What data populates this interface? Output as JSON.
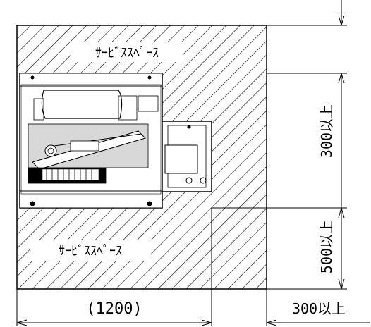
{
  "service_space_top": "ｻｰﾋﾞｽｽﾍﾟｰｽ",
  "service_space_bottom": "ｻｰﾋﾞｽｽﾍﾟｰｽ",
  "dim_width": "(1200)",
  "dim_right_clearance": "300以上",
  "dim_top_right": "300以上",
  "dim_bottom_right": "500以上",
  "colors": {
    "line": "#000000",
    "background": "#ffffff"
  }
}
